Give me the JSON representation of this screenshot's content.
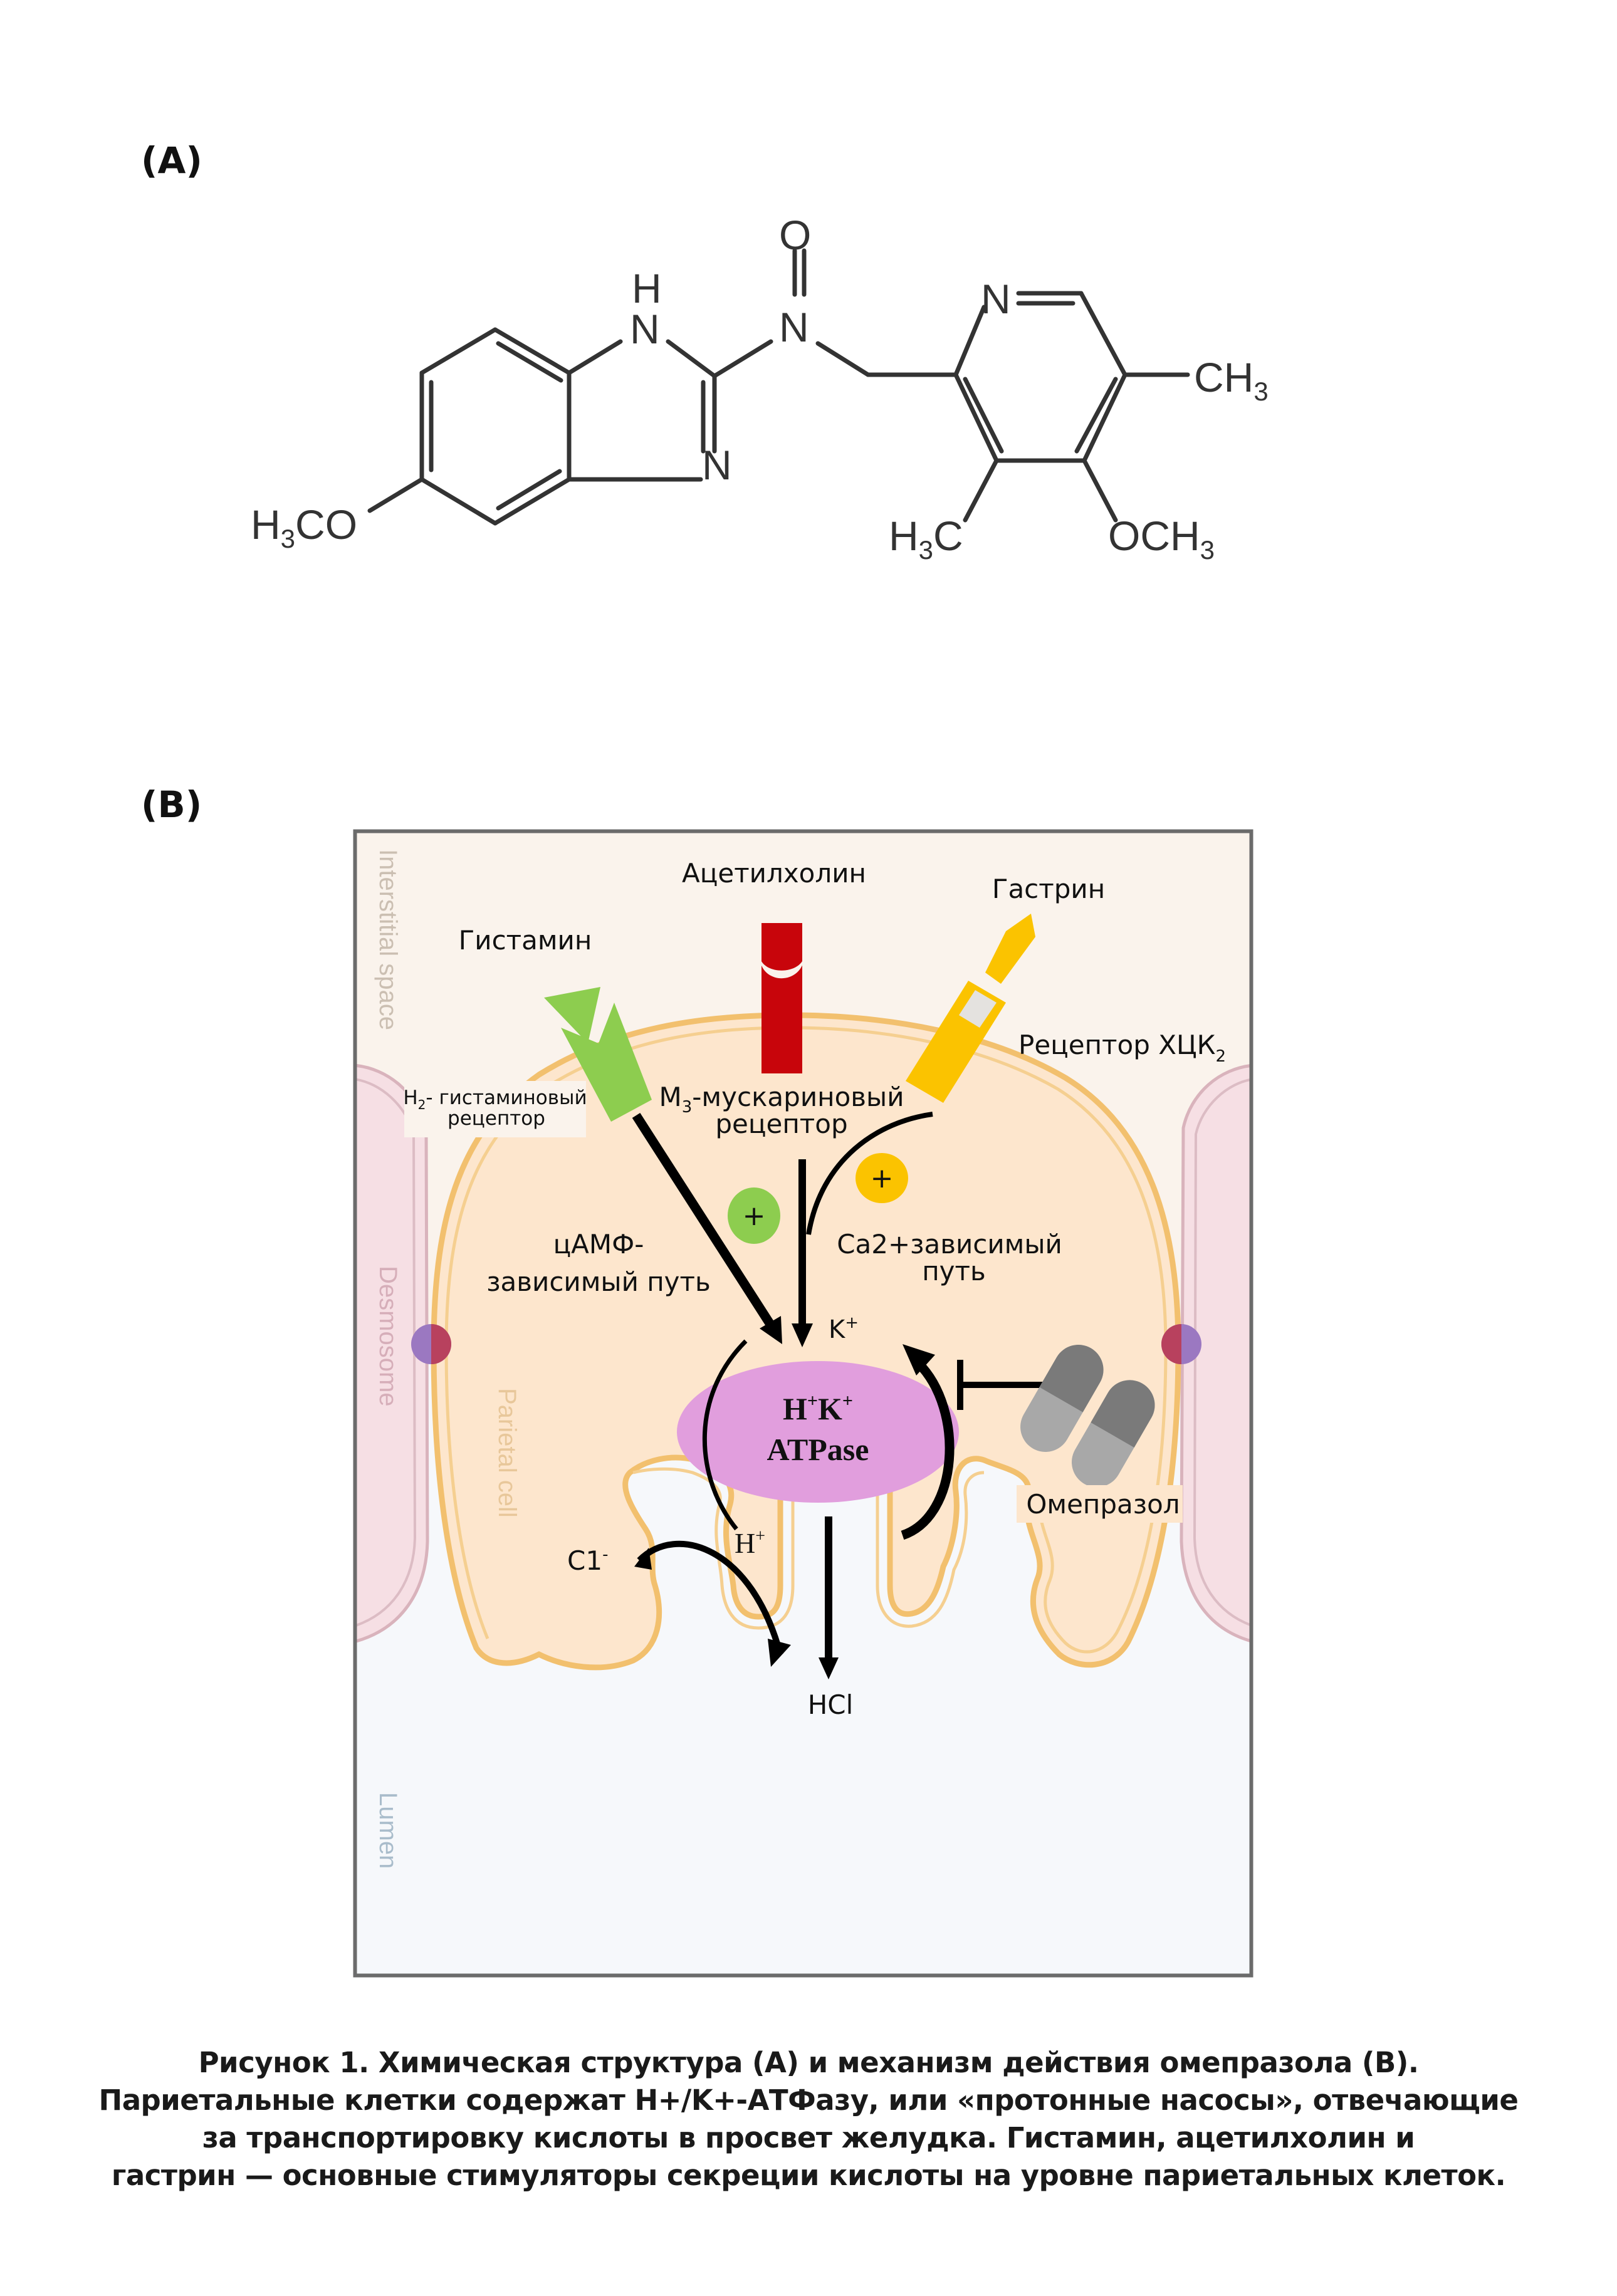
{
  "panels": {
    "a_label": "(A)",
    "b_label": "(B)"
  },
  "structure": {
    "atoms": {
      "nh_h": "H",
      "nh_n": "N",
      "imine_n": "N",
      "oxo_o": "O",
      "amide_n": "N",
      "pyridine_n": "N",
      "methoxy_left": "H3CO",
      "methyl_right": "CH3",
      "methyl_bottom": "H3C",
      "methoxy_bottom": "OCH3"
    }
  },
  "diagram": {
    "regions": {
      "interstitial": "Interstitial space",
      "desmosome": "Desmosome",
      "parietal_cell": "Parietal cell",
      "lumen": "Lumen"
    },
    "ligands": {
      "acetylcholine": "Ацетилхолин",
      "histamine": "Гистамин",
      "gastrin": "Гастрин"
    },
    "receptors": {
      "h2_line1": "H",
      "h2_sub": "2",
      "h2_line1_rest": "- гистаминовый",
      "h2_line2": "рецептор",
      "m3_line1": "M",
      "m3_sub": "3",
      "m3_line1_rest": "-мускариновый",
      "m3_line2": "рецептор",
      "cck_main": "Рецептор ХЦК",
      "cck_sub": "2"
    },
    "pathways": {
      "camp_line1": "цАМФ-",
      "camp_line2": "зависимый путь",
      "ca_line1": "Ca2+зависимый",
      "ca_line2": "путь",
      "plus_green": "+",
      "plus_yellow": "+"
    },
    "pump": {
      "line1_h": "H",
      "line1_k": "K",
      "plus": "+",
      "line2": "ATPase"
    },
    "ions": {
      "k": "K",
      "k_sup": "+",
      "h": "H",
      "h_sup": "+",
      "cl": "C1",
      "cl_sup": "-",
      "hcl": "HCl"
    },
    "drug": "Омепразол",
    "colors": {
      "interstitial_bg": "#faf3ec",
      "cell_fill": "#fde6cd",
      "membrane": "#f2c06e",
      "lumen_bg": "#f6f8fb",
      "desmosome_fill": "#f6dfe4",
      "acetylcholine_red": "#c8050b",
      "histamine_green": "#8dcd4f",
      "gastrin_yellow": "#fbc300",
      "atpase_pink": "#e19edd",
      "pill_dark": "#7a7a7a",
      "pill_light": "#a8a8a8"
    }
  },
  "caption": {
    "lines": [
      "Рисунок 1. Химическая структура (A) и механизм действия омепразола (B).",
      "Париетальные клетки содержат H+/K+-АТФазу, или «протонные насосы», отвечающие",
      "за транспортировку кислоты в просвет желудка. Гистамин, ацетилхолин и",
      "гастрин — основные стимуляторы секреции кислоты на уровне париетальных клеток."
    ]
  }
}
